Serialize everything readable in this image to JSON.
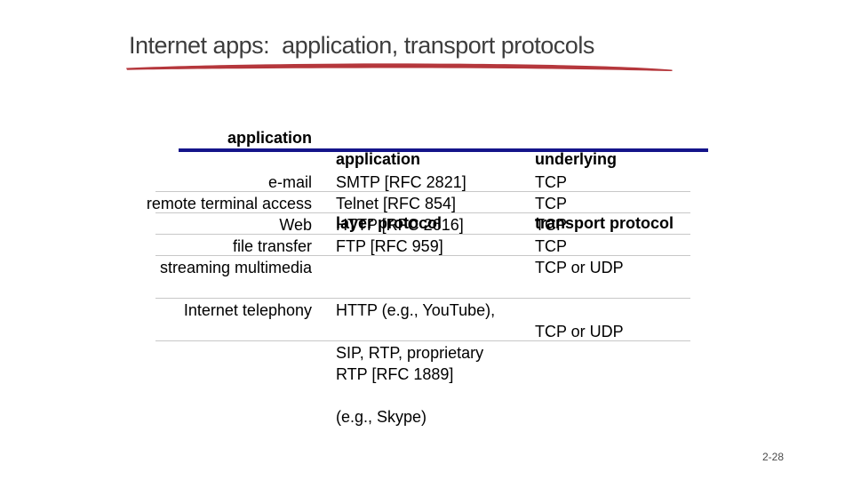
{
  "title": "Internet apps:  application, transport protocols",
  "accent_colors": {
    "underline_red": "#b5373c",
    "header_rule_navy": "#14148a",
    "row_separator_gray": "#c8c8c8",
    "title_gray": "#3d3d3d"
  },
  "slide_number": "2-28",
  "table": {
    "headers": {
      "col1": "application",
      "col2_line1": "application",
      "col2_line2": "layer protocol",
      "col3_line1": "underlying",
      "col3_line2": "transport protocol"
    },
    "rows": [
      {
        "app": "e-mail",
        "protocol": "SMTP [RFC 2821]",
        "transport": "TCP"
      },
      {
        "app": "remote terminal access",
        "protocol": "Telnet [RFC 854]",
        "transport": "TCP"
      },
      {
        "app": "Web",
        "protocol": "HTTP [RFC 2616]",
        "transport": "TCP"
      },
      {
        "app": "file transfer",
        "protocol": "FTP [RFC 959]",
        "transport": "TCP"
      },
      {
        "app": "streaming multimedia",
        "protocol_lines": [
          "HTTP (e.g., YouTube),",
          "RTP [RFC 1889]"
        ],
        "transport": "TCP or UDP"
      },
      {
        "app": "Internet telephony",
        "protocol_lines": [
          "SIP, RTP, proprietary",
          "(e.g., Skype)"
        ],
        "transport": "TCP or UDP"
      }
    ]
  }
}
